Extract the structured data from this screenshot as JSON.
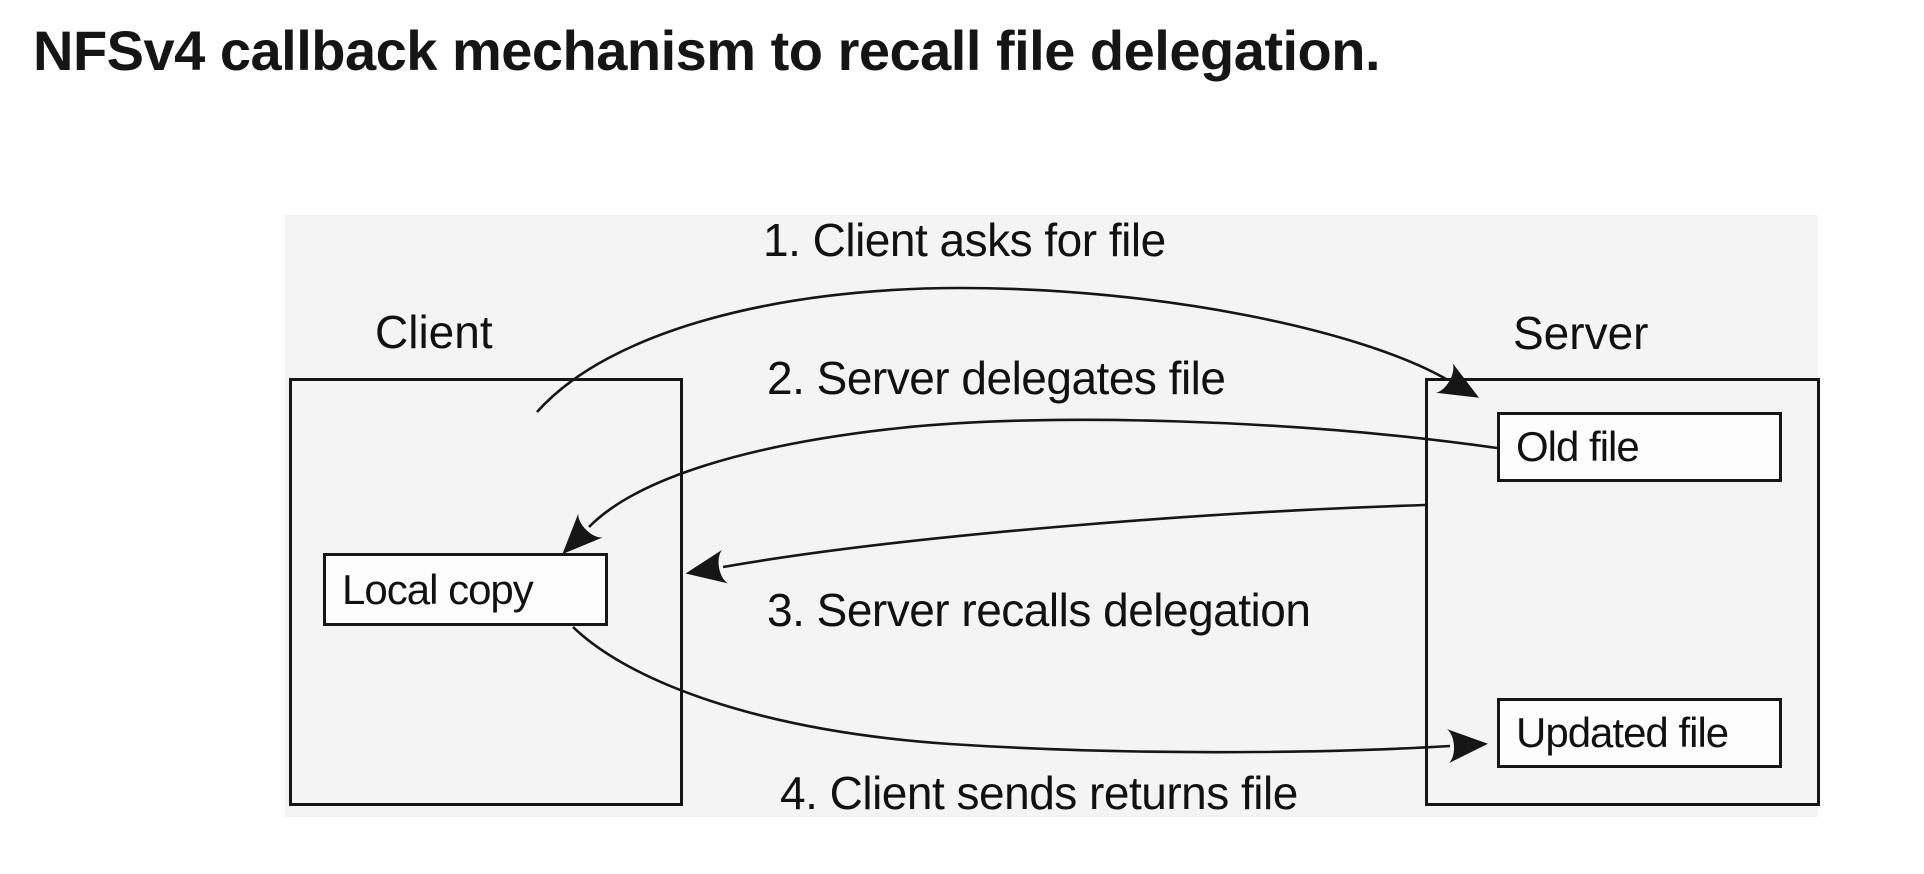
{
  "title": "NFSv4 callback mechanism to recall file delegation.",
  "diagram": {
    "client": {
      "label": "Client",
      "local_copy_label": "Local copy"
    },
    "server": {
      "label": "Server",
      "old_file_label": "Old file",
      "updated_file_label": "Updated file"
    },
    "steps": [
      {
        "num": 1,
        "label": "1. Client asks for file"
      },
      {
        "num": 2,
        "label": "2. Server delegates file"
      },
      {
        "num": 3,
        "label": "3. Server recalls delegation"
      },
      {
        "num": 4,
        "label": "4. Client sends returns file"
      }
    ],
    "colors": {
      "line": "#161616",
      "backdrop": "#f4f4f4",
      "text": "#111111"
    }
  }
}
